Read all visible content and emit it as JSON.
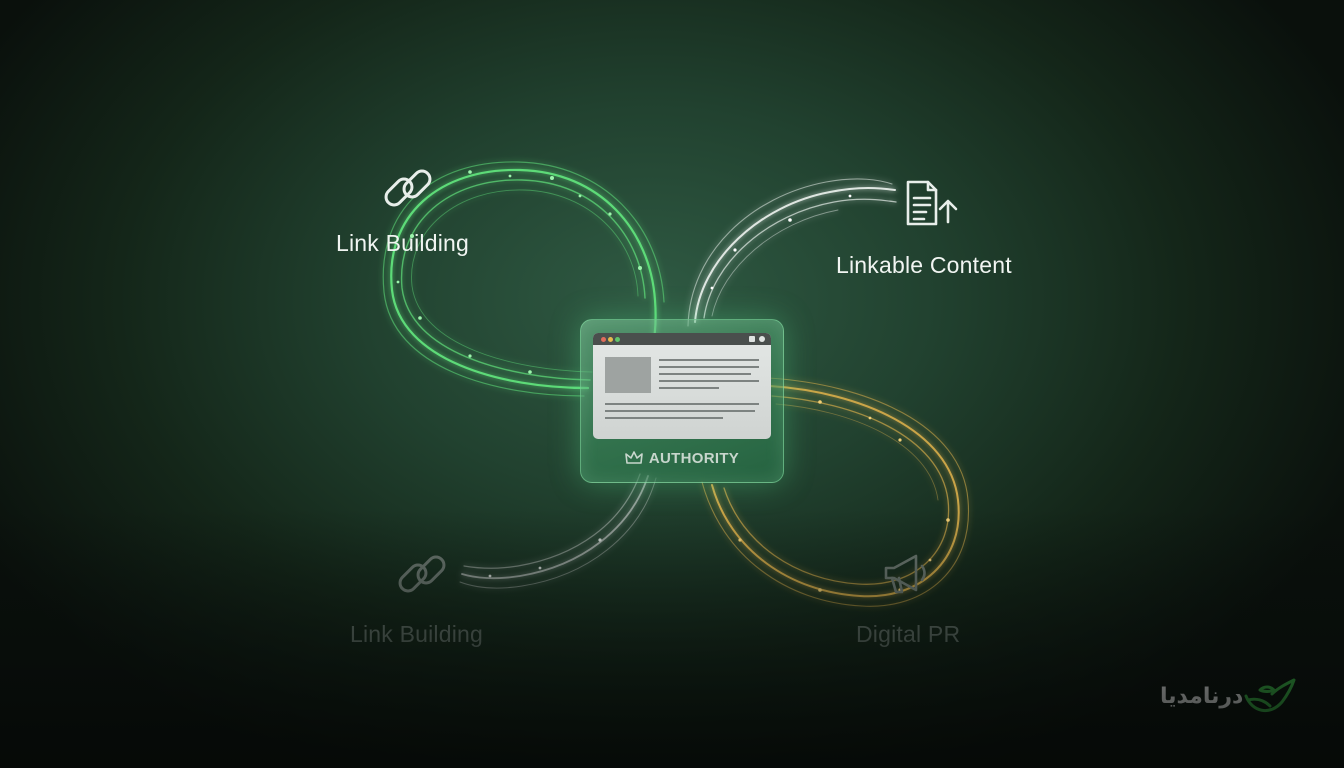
{
  "labels": {
    "link_building_top": "Link Building",
    "linkable_content": "Linkable Content",
    "link_building_bottom": "Link Building",
    "digital_pr": "Digital PR"
  },
  "center_card": {
    "label": "AUTHORITY"
  },
  "brand": {
    "name": "درنامدیا"
  },
  "icons": {
    "top_left": "chain-link-icon",
    "top_right": "document-upload-icon",
    "bottom_left": "chain-link-icon",
    "bottom_right": "megaphone-icon",
    "card_badge": "crown-icon",
    "brand_logo": "bird-leaf-icon"
  },
  "colors": {
    "green_loop": "#5fe07a",
    "white_loop": "#e6ece8",
    "gold_loop": "#d8ad4a",
    "grey_loop": "#a9b0ac",
    "brand_green": "#3ec24a"
  }
}
